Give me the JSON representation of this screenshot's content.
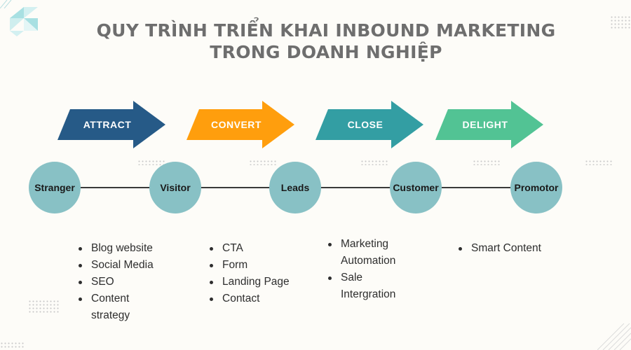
{
  "title": {
    "line1": "QUY TRÌNH TRIỂN KHAI INBOUND MARKETING",
    "line2": "TRONG DOANH NGHIỆP"
  },
  "phases": [
    {
      "label": "ATTRACT",
      "color": "#265a87"
    },
    {
      "label": "CONVERT",
      "color": "#ff9e0d"
    },
    {
      "label": "CLOSE",
      "color": "#339ea3"
    },
    {
      "label": "DELIGHT",
      "color": "#52c394"
    }
  ],
  "stages": [
    {
      "label": "Stranger"
    },
    {
      "label": "Visitor"
    },
    {
      "label": "Leads"
    },
    {
      "label": "Customer"
    },
    {
      "label": "Promotor"
    }
  ],
  "lists": [
    {
      "items": [
        "Blog website",
        "Social Media",
        "SEO",
        "Content strategy"
      ]
    },
    {
      "items": [
        "CTA",
        "Form",
        "Landing Page",
        "Contact"
      ]
    },
    {
      "items": [
        "Marketing Automation",
        "Sale Intergration"
      ]
    },
    {
      "items": [
        "Smart Content"
      ]
    }
  ],
  "colors": {
    "background": "#fdfcf8",
    "circle": "#88c1c5",
    "title": "#6e6e6e",
    "corner_decoration": "#a8e0e2"
  }
}
